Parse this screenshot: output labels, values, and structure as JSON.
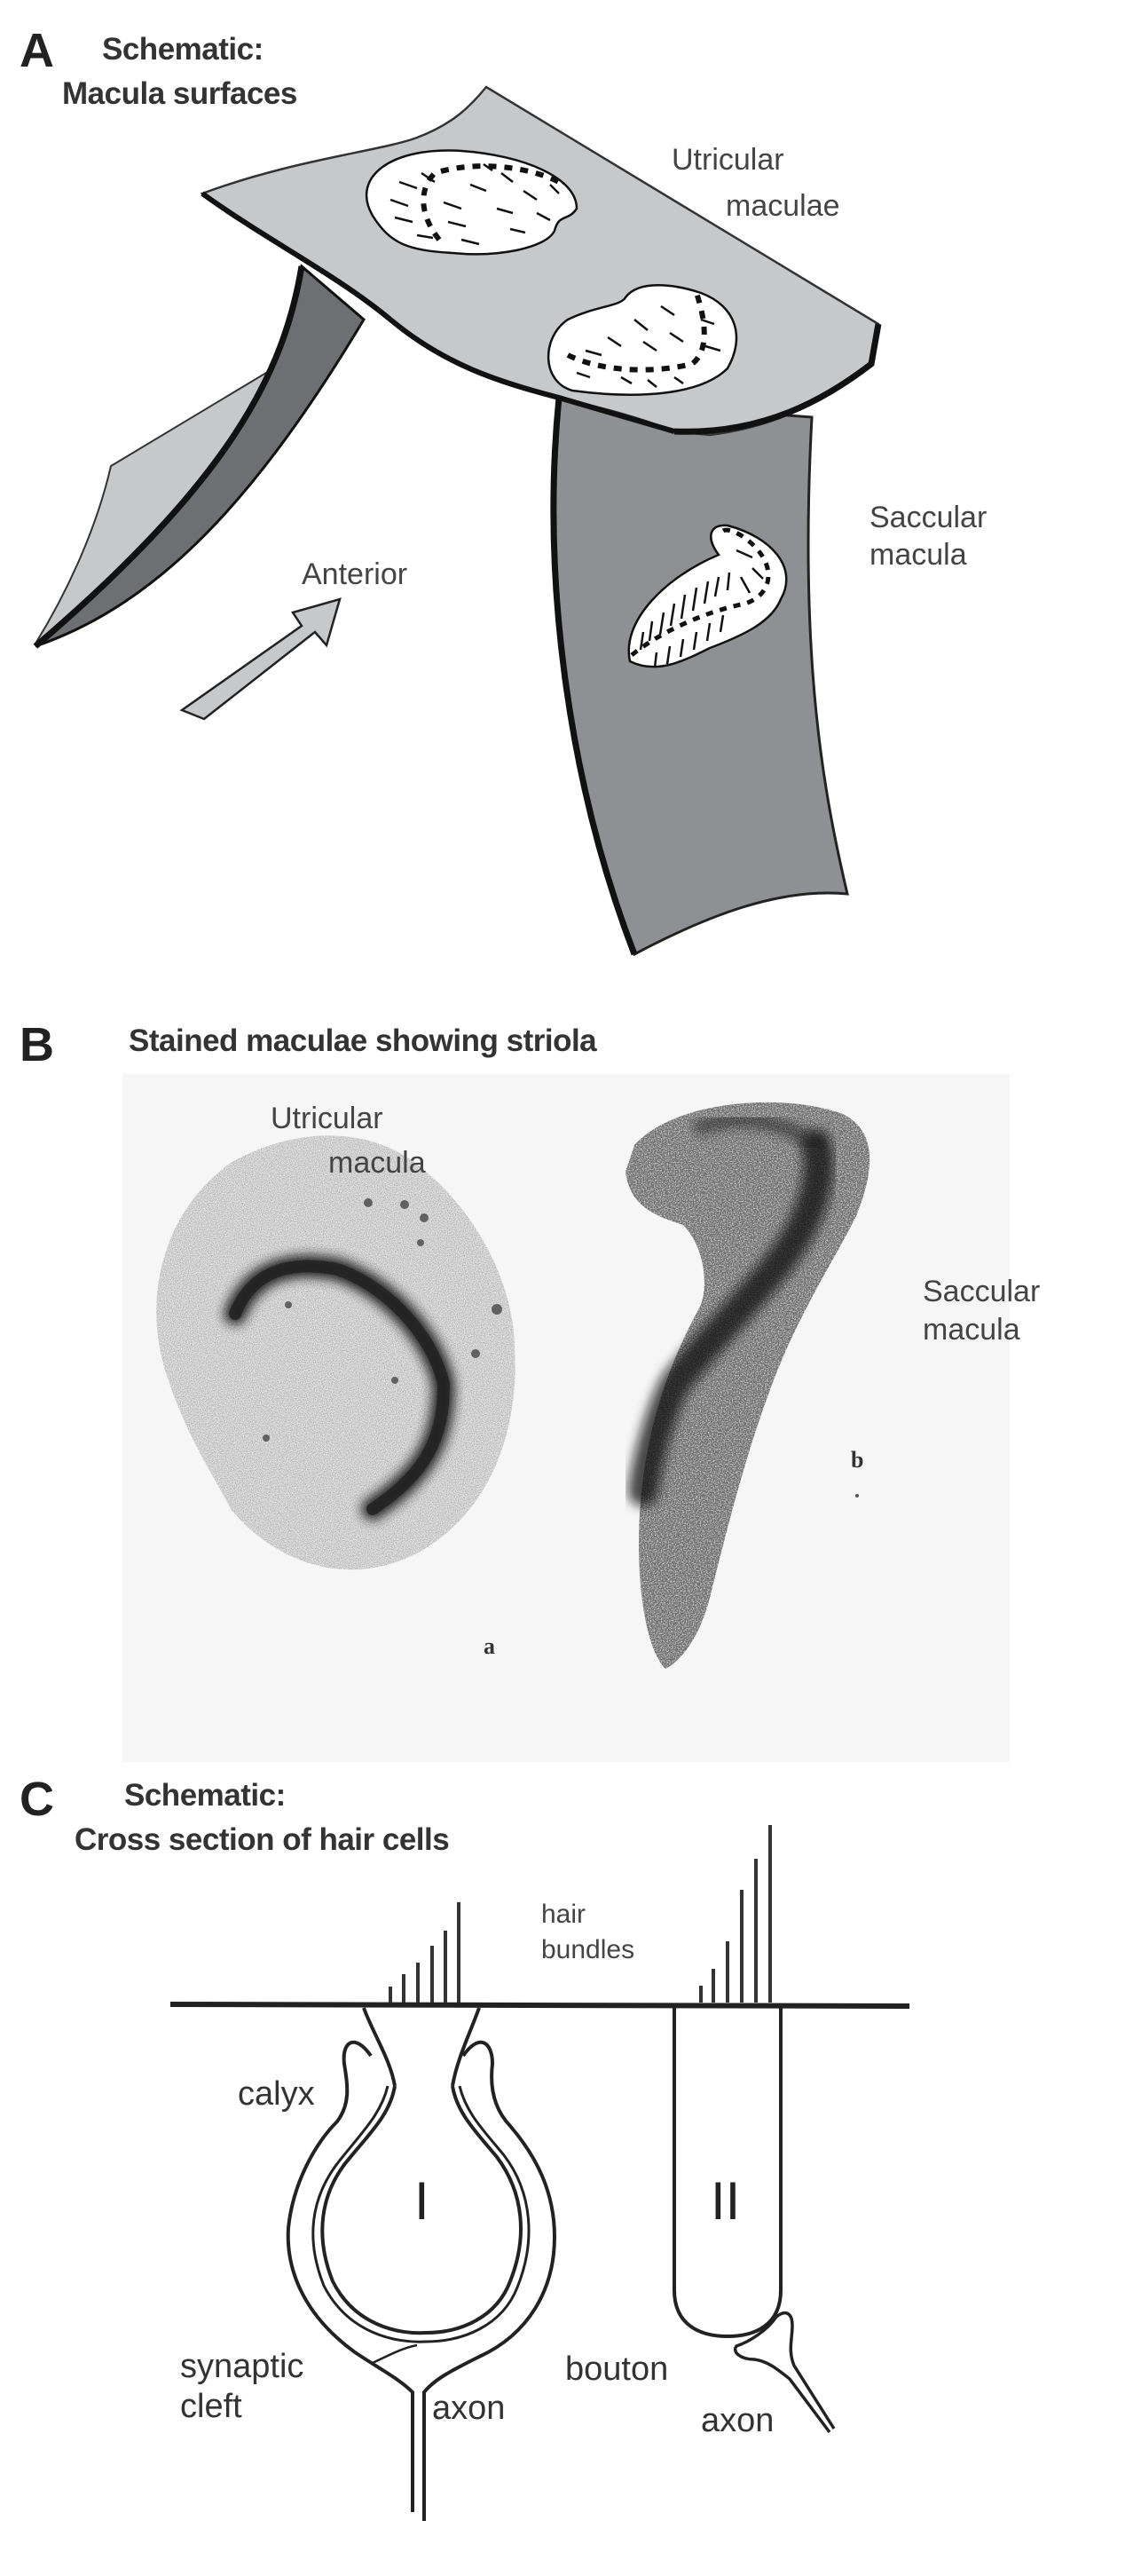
{
  "panel_a": {
    "letter": "A",
    "title_line1": "Schematic:",
    "title_line2": "Macula surfaces",
    "labels": {
      "utricular_line1": "Utricular",
      "utricular_line2": "maculae",
      "saccular_line1": "Saccular",
      "saccular_line2": "macula",
      "anterior": "Anterior"
    },
    "colors": {
      "utricular_surface": "#c7c8ca",
      "saccular_surface": "#8f9093",
      "side_flap_dark": "#6e6f72",
      "side_flap_light": "#c7c8ca",
      "outline": "#111111",
      "macula_fill": "#ffffff"
    }
  },
  "panel_b": {
    "letter": "B",
    "title": "Stained maculae showing striola",
    "labels": {
      "utricular_line1": "Utricular",
      "utricular_line2": "macula",
      "saccular_line1": "Saccular",
      "saccular_line2": "macula",
      "sub_a": "a",
      "sub_b": "b"
    }
  },
  "panel_c": {
    "letter": "C",
    "title_line1": "Schematic:",
    "title_line2": "Cross section of hair cells",
    "labels": {
      "hair_bundles_line1": "hair",
      "hair_bundles_line2": "bundles",
      "calyx": "calyx",
      "type_one": "I",
      "type_two": "II",
      "synaptic_line1": "synaptic",
      "synaptic_line2": "cleft",
      "axon_left": "axon",
      "bouton": "bouton",
      "axon_right": "axon"
    }
  }
}
